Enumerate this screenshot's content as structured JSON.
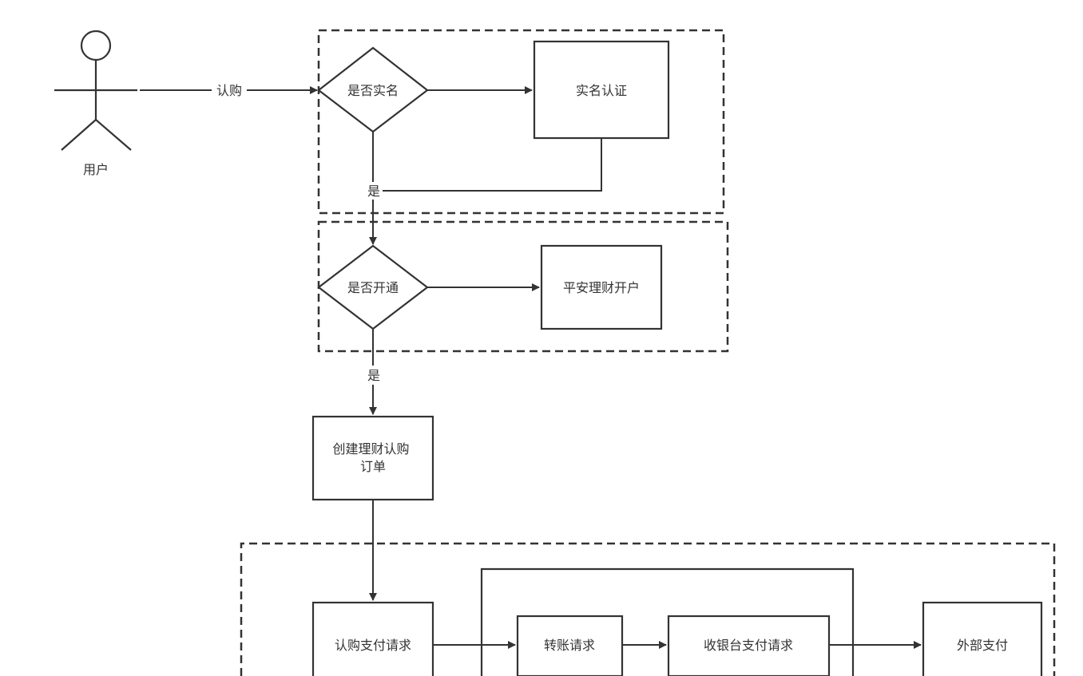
{
  "diagram": {
    "stroke_color": "#333333",
    "actor": {
      "label": "用户"
    },
    "edges": {
      "subscribe": "认购",
      "yes_realname": "是",
      "yes_opened": "是"
    },
    "nodes": {
      "is_realname": "是否实名",
      "realname_auth": "实名认证",
      "is_opened": "是否开通",
      "open_account": "平安理财开户",
      "create_order_line1": "创建理财认购",
      "create_order_line2": "订单",
      "pay_request": "认购支付请求",
      "transfer_request": "转账请求",
      "cashier_pay_request": "收银台支付请求",
      "external_pay": "外部支付"
    }
  }
}
